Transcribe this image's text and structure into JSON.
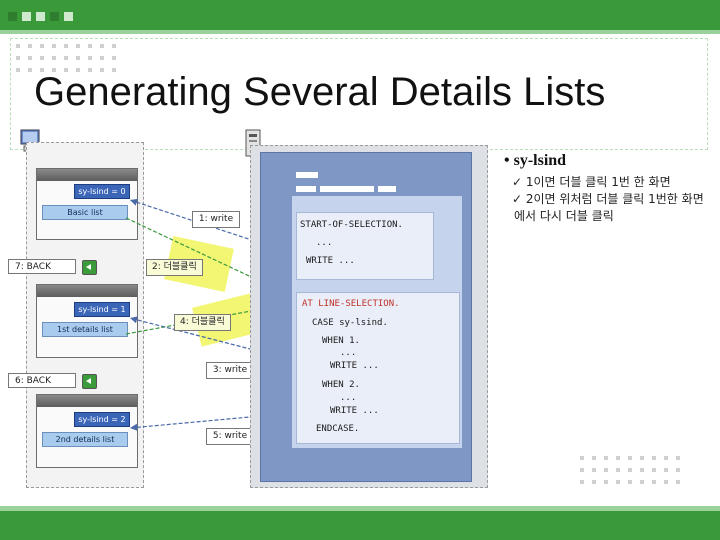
{
  "title": "Generating Several Details Lists",
  "lists": {
    "basic": {
      "sy_lsind": "sy-lsind = 0",
      "label": "Basic list"
    },
    "first": {
      "sy_lsind": "sy-lsind = 1",
      "label": "1st details list"
    },
    "second": {
      "sy_lsind": "sy-lsind = 2",
      "label": "2nd details list"
    }
  },
  "steps": {
    "s1": "1: write",
    "s2": "2: 더블클릭",
    "s3": "3: write",
    "s4": "4: 더블클릭",
    "s5": "5: write",
    "s6": "6: BACK",
    "s7": "7: BACK"
  },
  "code": {
    "l1": "START-OF-SELECTION.",
    "l2": "...",
    "l3": "WRITE ...",
    "l4": "AT LINE-SELECTION.",
    "l5": "CASE sy-lsind.",
    "l6": "WHEN 1.",
    "l7": "...",
    "l8": "WRITE ...",
    "l9": "WHEN 2.",
    "l10": "...",
    "l11": "WRITE ...",
    "l12": "ENDCASE."
  },
  "notes": {
    "heading": "• sy-lsind",
    "items": [
      "✓ 1이면 더블 클릭 1번 한 화면",
      "✓ 2이면 위처럼 더블 클릭 1번한 화면에서 다시 더블 클릭"
    ]
  },
  "colors": {
    "header_green": "#3a9a3a",
    "list_blue": "#3b66b8",
    "code_red": "#c0322a"
  }
}
